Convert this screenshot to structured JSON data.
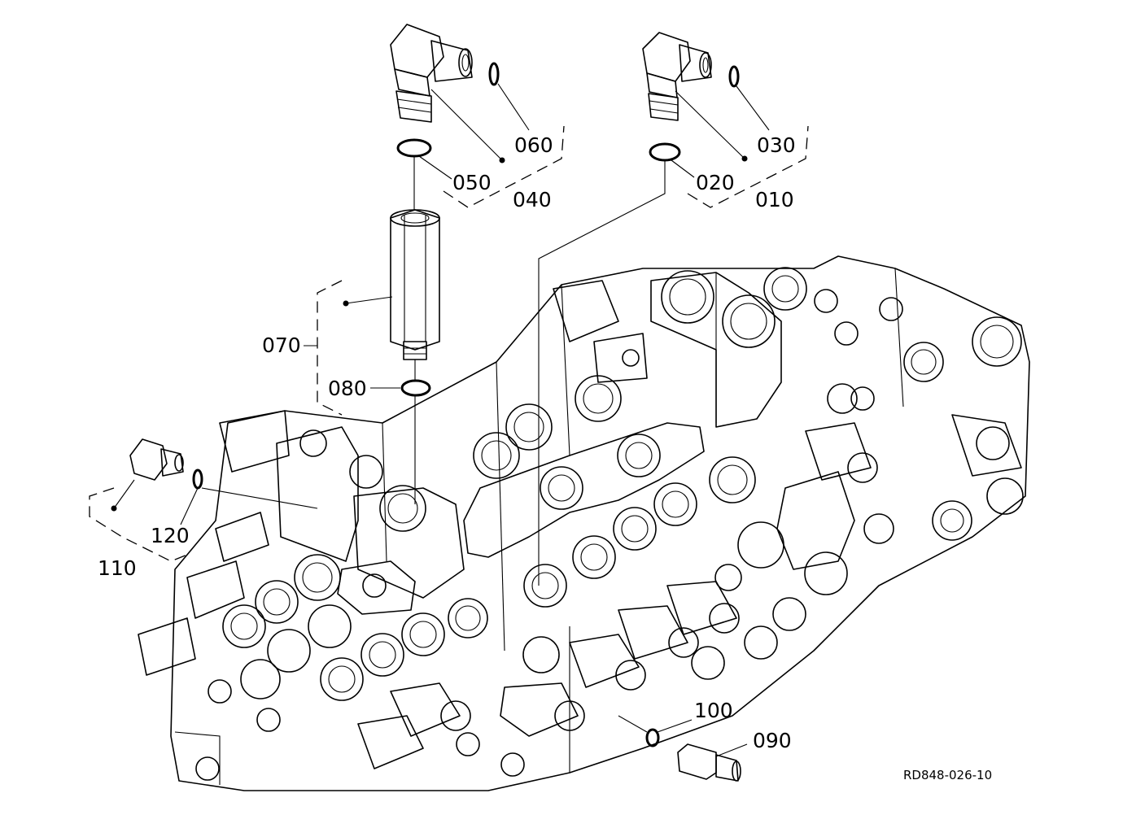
{
  "labels": {
    "p010": "010",
    "p020": "020",
    "p030": "030",
    "p040": "040",
    "p050": "050",
    "p060": "060",
    "p070": "070",
    "p080": "080",
    "p090": "090",
    "p100": "100",
    "p110": "110",
    "p120": "120"
  },
  "drawing_ref": "RD848-026-10"
}
